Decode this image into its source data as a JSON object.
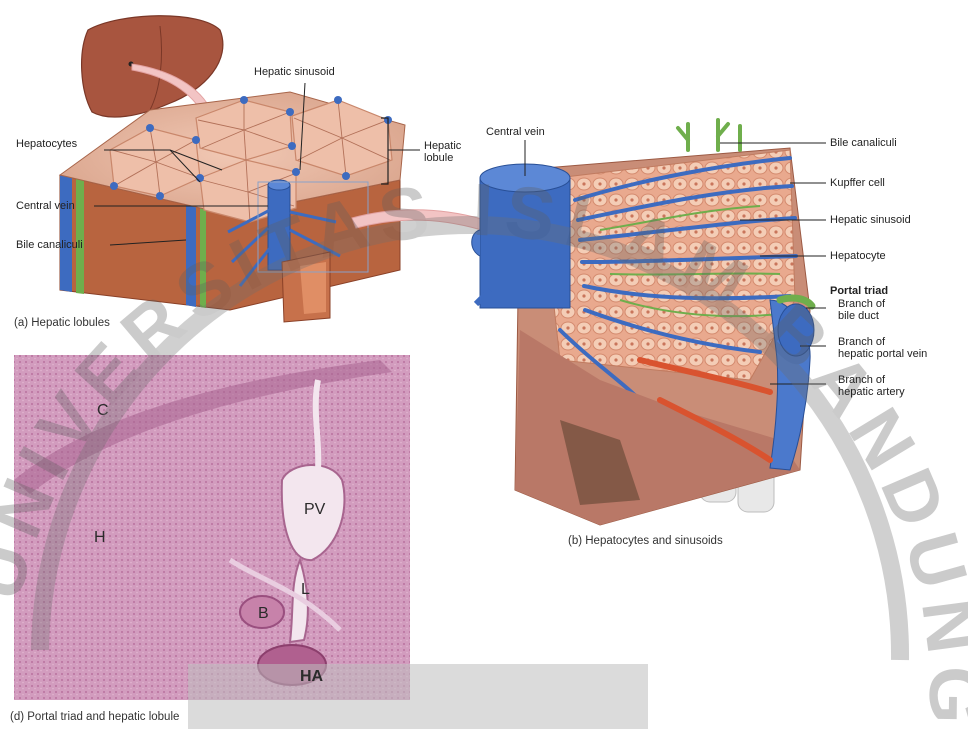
{
  "panel_a": {
    "caption": "(a) Hepatic lobules",
    "labels": {
      "hepatocytes": "Hepatocytes",
      "central_vein": "Central vein",
      "bile_canaliculi": "Bile canaliculi",
      "hepatic_sinusoid": "Hepatic sinusoid",
      "hepatic_lobule": "Hepatic\nlobule"
    }
  },
  "panel_b": {
    "caption": "(b) Hepatocytes and sinusoids",
    "labels": {
      "central_vein": "Central vein",
      "bile_canaliculi": "Bile canaliculi",
      "kupffer_cell": "Kupffer cell",
      "hepatic_sinusoid": "Hepatic sinusoid",
      "hepatocyte": "Hepatocyte",
      "portal_triad": "Portal triad",
      "branch_bile_duct": "Branch of\nbile duct",
      "branch_portal_vein": "Branch of\nhepatic portal vein",
      "branch_hepatic_artery": "Branch of\nhepatic artery"
    }
  },
  "panel_d": {
    "caption": "(d) Portal triad and hepatic lobule",
    "letters": {
      "c": "C",
      "h": "H",
      "pv": "PV",
      "l": "L",
      "b": "B",
      "ha": "HA"
    }
  },
  "watermark": {
    "text": "UNIVERSITAS ISLAM BANDUNG"
  },
  "colors": {
    "vein_blue": "#3d6bc0",
    "tissue_pink": "#e9b9a6",
    "hepatocyte_cell": "#f2c6b0",
    "liver_brown": "#a8553f",
    "micrograph_pink": "#cd93b8",
    "bile_green": "#6fae4c",
    "artery_red": "#d9532f"
  }
}
